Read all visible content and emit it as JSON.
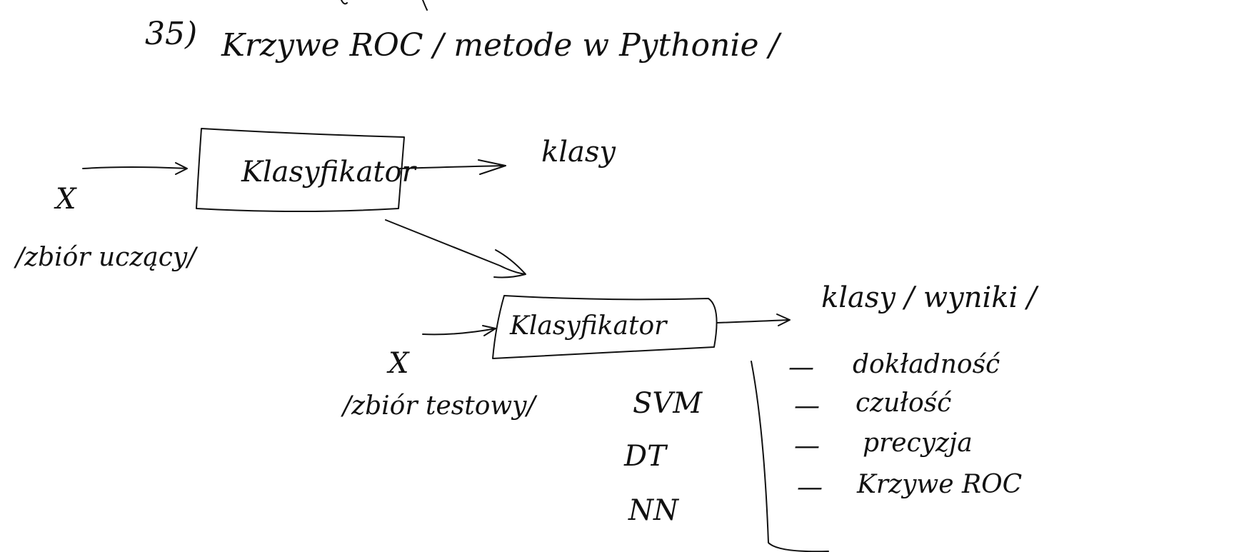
{
  "heading": {
    "number": "35)",
    "title": "Krzywe ROC / metode w Pythonie /"
  },
  "top_block": {
    "input_symbol": "X",
    "input_caption": "/zbiór uczący/",
    "box_label": "Klasyfikator",
    "output_label": "klasy"
  },
  "bottom_block": {
    "input_symbol": "X",
    "input_caption": "/zbiór testowy/",
    "box_label": "Klasyfikator",
    "output_label": "klasy / wyniki /"
  },
  "models": [
    "SVM",
    "DT",
    "NN"
  ],
  "metrics": [
    {
      "dash": "—",
      "label": "dokładność"
    },
    {
      "dash": "—",
      "label": "czułość"
    },
    {
      "dash": "—",
      "label": "precyzja"
    },
    {
      "dash": "—",
      "label": "Krzywe ROC"
    }
  ],
  "colors": {
    "ink": "#111111",
    "paper": "#ffffff"
  }
}
